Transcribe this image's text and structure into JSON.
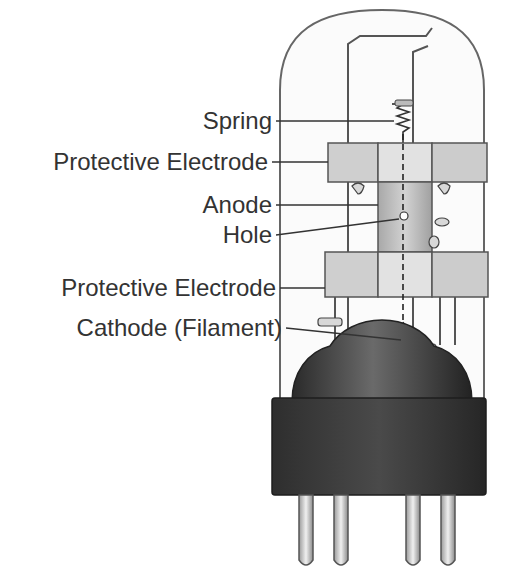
{
  "diagram": {
    "labels": [
      "Spring",
      "Protective Electrode",
      "Anode",
      "Hole",
      "Protective Electrode",
      "Cathode (Filament)"
    ]
  }
}
